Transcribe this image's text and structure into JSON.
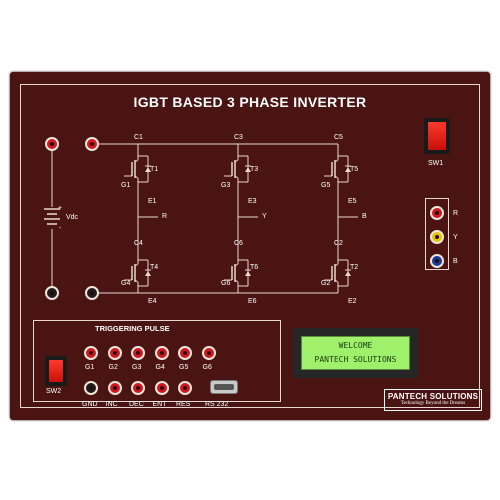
{
  "title": "IGBT BASED 3 PHASE INVERTER",
  "supply": {
    "plus": "+",
    "label": "Vdc",
    "minus": "-"
  },
  "legs": [
    {
      "upper_collector": "C1",
      "upper_transistor": "T1",
      "upper_gate": "G1",
      "mid_emitter": "E1",
      "phase": "R",
      "lower_collector": "C4",
      "lower_transistor": "T4",
      "lower_gate": "G4",
      "lower_emitter": "E4"
    },
    {
      "upper_collector": "C3",
      "upper_transistor": "T3",
      "upper_gate": "G3",
      "mid_emitter": "E3",
      "phase": "Y",
      "lower_collector": "C6",
      "lower_transistor": "T6",
      "lower_gate": "G6",
      "lower_emitter": "E6"
    },
    {
      "upper_collector": "C5",
      "upper_transistor": "T5",
      "upper_gate": "G5",
      "mid_emitter": "E5",
      "phase": "B",
      "lower_collector": "C2",
      "lower_transistor": "T2",
      "lower_gate": "G2",
      "lower_emitter": "E2"
    }
  ],
  "sw1": {
    "label": "SW1"
  },
  "outputs": [
    {
      "label": "R",
      "color": "#d2171f"
    },
    {
      "label": "Y",
      "color": "#e6c400"
    },
    {
      "label": "B",
      "color": "#163a9e"
    }
  ],
  "triggering": {
    "title": "TRIGGERING PULSE",
    "gates": [
      "G1",
      "G2",
      "G3",
      "G4",
      "G5",
      "G6"
    ],
    "controls": [
      "GND",
      "INC",
      "DEC",
      "ENT",
      "RES"
    ],
    "rs232": "RS 232",
    "sw2": "SW2"
  },
  "lcd": {
    "line1": "WELCOME",
    "line2": "PANTECH SOLUTIONS"
  },
  "brand": {
    "name": "PANTECH SOLUTIONS",
    "tagline": "Technology Beyond the Dreams"
  },
  "colors": {
    "board": "#4a1412",
    "wire": "#e8d8d0",
    "lcd": "#9ff06a",
    "socket_red": "#d2171f"
  }
}
